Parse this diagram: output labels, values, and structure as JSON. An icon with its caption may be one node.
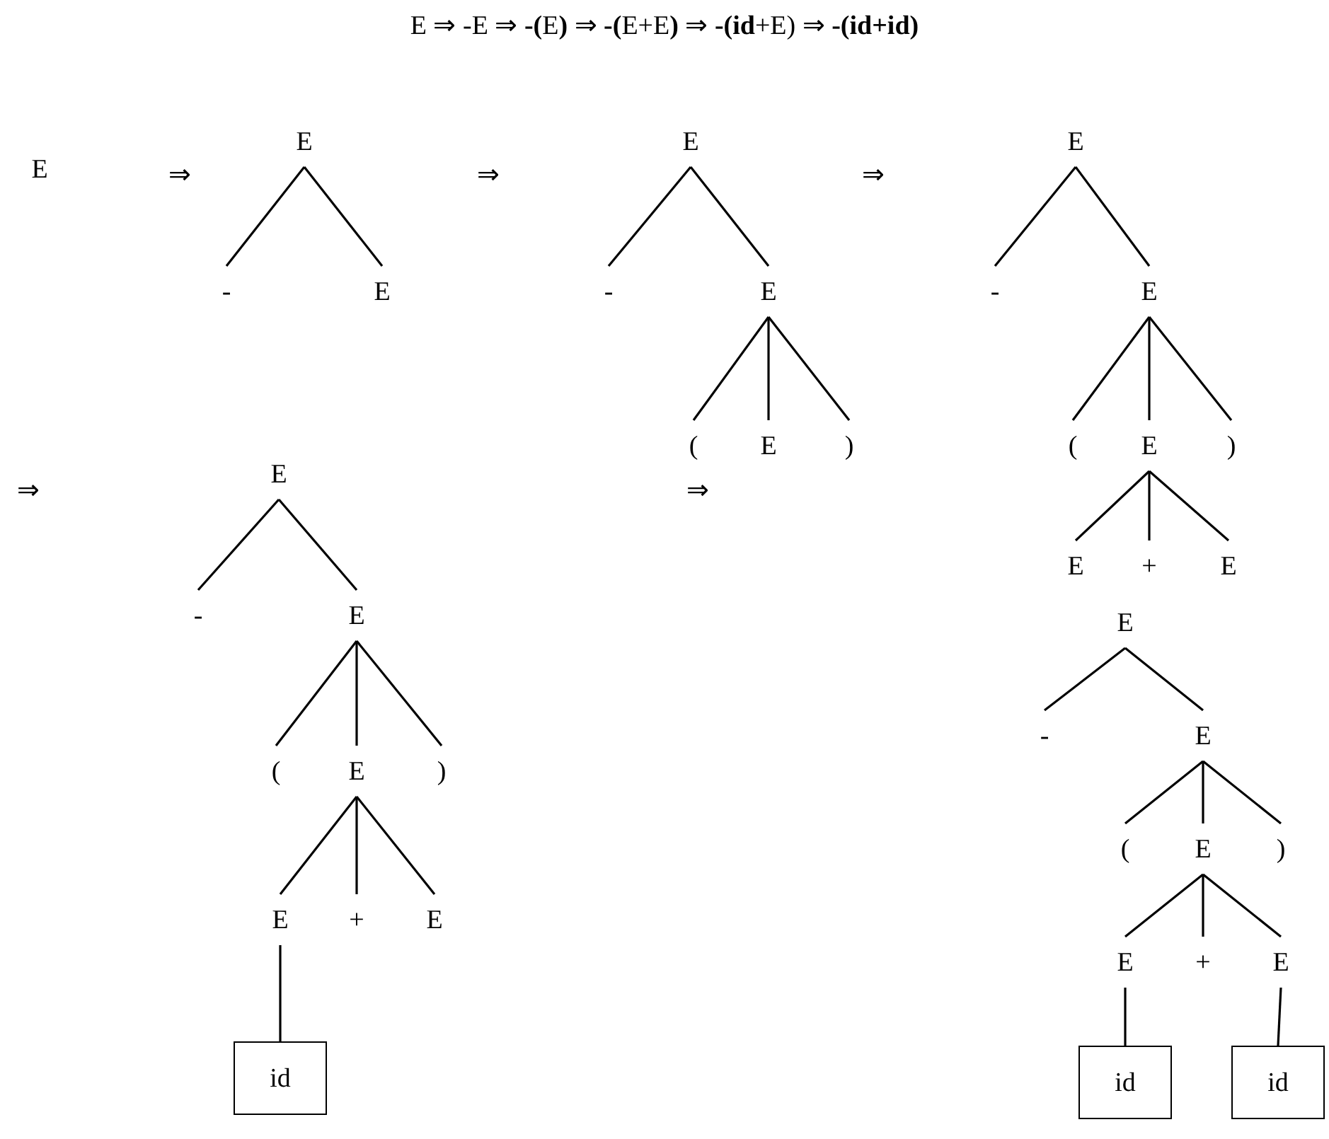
{
  "diagram": {
    "title": "E ⇒ -E ⇒ **-(**E**)** ⇒ **-(**E+E**)** ⇒ **-(id**+E) ⇒ **-(id+id)**",
    "nodes": [
      {
        "text": [
          "E"
        ]
      },
      {
        "text": [
          "-"
        ]
      },
      {
        "text": [
          "E"
        ]
      },
      {
        "text": [
          "E"
        ]
      },
      {
        "text": [
          "-"
        ]
      },
      {
        "text": [
          "E"
        ]
      },
      {
        "text": [
          "("
        ]
      },
      {
        "text": [
          "E"
        ]
      },
      {
        "text": [
          ")"
        ]
      },
      {
        "text": [
          "E"
        ]
      },
      {
        "text": [
          "-"
        ]
      },
      {
        "text": [
          "E"
        ]
      },
      {
        "text": [
          "("
        ]
      },
      {
        "text": [
          "E"
        ]
      },
      {
        "text": [
          ")"
        ]
      },
      {
        "text": [
          "E"
        ]
      },
      {
        "text": [
          "+"
        ]
      },
      {
        "text": [
          "E"
        ]
      },
      {
        "text": [
          "E"
        ]
      },
      {
        "text": [
          "-"
        ]
      },
      {
        "text": [
          "E"
        ]
      },
      {
        "text": [
          "("
        ]
      },
      {
        "text": [
          "E"
        ]
      },
      {
        "text": [
          ")"
        ]
      },
      {
        "text": [
          "E"
        ]
      },
      {
        "text": [
          "+"
        ]
      },
      {
        "text": [
          "E"
        ]
      },
      {
        "text": [
          "id"
        ]
      },
      {
        "text": [
          "E"
        ]
      },
      {
        "text": [
          "-"
        ]
      },
      {
        "text": [
          "E"
        ]
      },
      {
        "text": [
          "("
        ]
      },
      {
        "text": [
          "E"
        ]
      },
      {
        "text": [
          ")"
        ]
      },
      {
        "text": [
          "E"
        ]
      },
      {
        "text": [
          "+"
        ]
      },
      {
        "text": [
          "E"
        ]
      },
      {
        "text": [
          "id"
        ]
      },
      {
        "text": [
          "id"
        ]
      }
    ],
    "edges": [
      {
        "from": 0,
        "to": 1,
        "arrow": "none"
      },
      {
        "from": 0,
        "to": 2,
        "arrow": "none"
      },
      {
        "from": 3,
        "to": 4,
        "arrow": "none"
      },
      {
        "from": 3,
        "to": 5,
        "arrow": "none"
      },
      {
        "from": 5,
        "to": 6,
        "arrow": "none"
      },
      {
        "from": 5,
        "to": 7,
        "arrow": "none"
      },
      {
        "from": 5,
        "to": 8,
        "arrow": "none"
      },
      {
        "from": 9,
        "to": 10,
        "arrow": "none"
      },
      {
        "from": 9,
        "to": 11,
        "arrow": "none"
      },
      {
        "from": 11,
        "to": 12,
        "arrow": "none"
      },
      {
        "from": 11,
        "to": 13,
        "arrow": "none"
      },
      {
        "from": 11,
        "to": 14,
        "arrow": "none"
      },
      {
        "from": 13,
        "to": 15,
        "arrow": "none"
      },
      {
        "from": 13,
        "to": 16,
        "arrow": "none"
      },
      {
        "from": 13,
        "to": 17,
        "arrow": "none"
      },
      {
        "from": 18,
        "to": 19,
        "arrow": "none"
      },
      {
        "from": 18,
        "to": 20,
        "arrow": "none"
      },
      {
        "from": 20,
        "to": 21,
        "arrow": "none"
      },
      {
        "from": 20,
        "to": 22,
        "arrow": "none"
      },
      {
        "from": 20,
        "to": 23,
        "arrow": "none"
      },
      {
        "from": 22,
        "to": 24,
        "arrow": "none"
      },
      {
        "from": 22,
        "to": 25,
        "arrow": "none"
      },
      {
        "from": 22,
        "to": 26,
        "arrow": "none"
      },
      {
        "from": 24,
        "to": 27,
        "arrow": "none"
      },
      {
        "from": 28,
        "to": 29,
        "arrow": "none"
      },
      {
        "from": 28,
        "to": 30,
        "arrow": "none"
      },
      {
        "from": 30,
        "to": 31,
        "arrow": "none"
      },
      {
        "from": 30,
        "to": 32,
        "arrow": "none"
      },
      {
        "from": 30,
        "to": 33,
        "arrow": "none"
      },
      {
        "from": 32,
        "to": 34,
        "arrow": "none"
      },
      {
        "from": 32,
        "to": 35,
        "arrow": "none"
      },
      {
        "from": 32,
        "to": 36,
        "arrow": "none"
      },
      {
        "from": 34,
        "to": 37,
        "arrow": "none"
      },
      {
        "from": 36,
        "to": 38,
        "arrow": "none"
      }
    ],
    "labels": [
      "E",
      "⇒",
      "⇒",
      "⇒",
      "⇒",
      "⇒"
    ]
  }
}
